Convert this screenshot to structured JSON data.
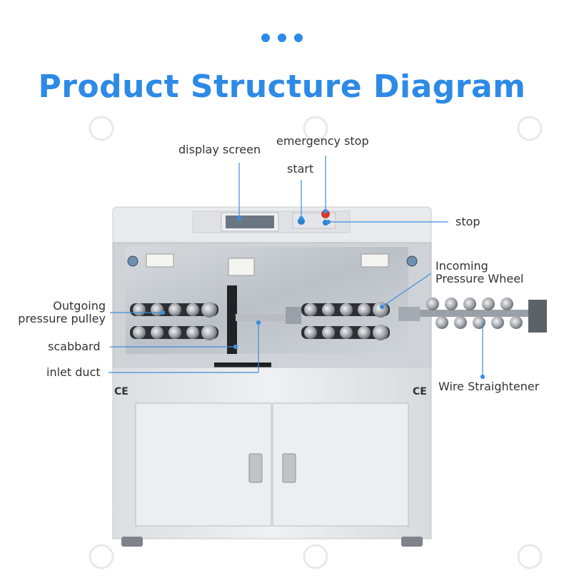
{
  "title": "Product Structure Diagram",
  "labels": {
    "display_screen": "display screen",
    "emergency_stop": "emergency stop",
    "start": "start",
    "stop": "stop",
    "incoming_line1": "Incoming",
    "incoming_line2": "Pressure Wheel",
    "outgoing_line1": "Outgoing",
    "outgoing_line2": "pressure pulley",
    "scabbard": "scabbard",
    "inlet_duct": "inlet duct",
    "wire_straightener": "Wire Straightener"
  },
  "ce_mark": "CE",
  "colors": {
    "accent": "#2d8ae6",
    "leader": "#3a8fe0",
    "cabinet": "#e8e9eb",
    "panel": "#c9ced3"
  }
}
